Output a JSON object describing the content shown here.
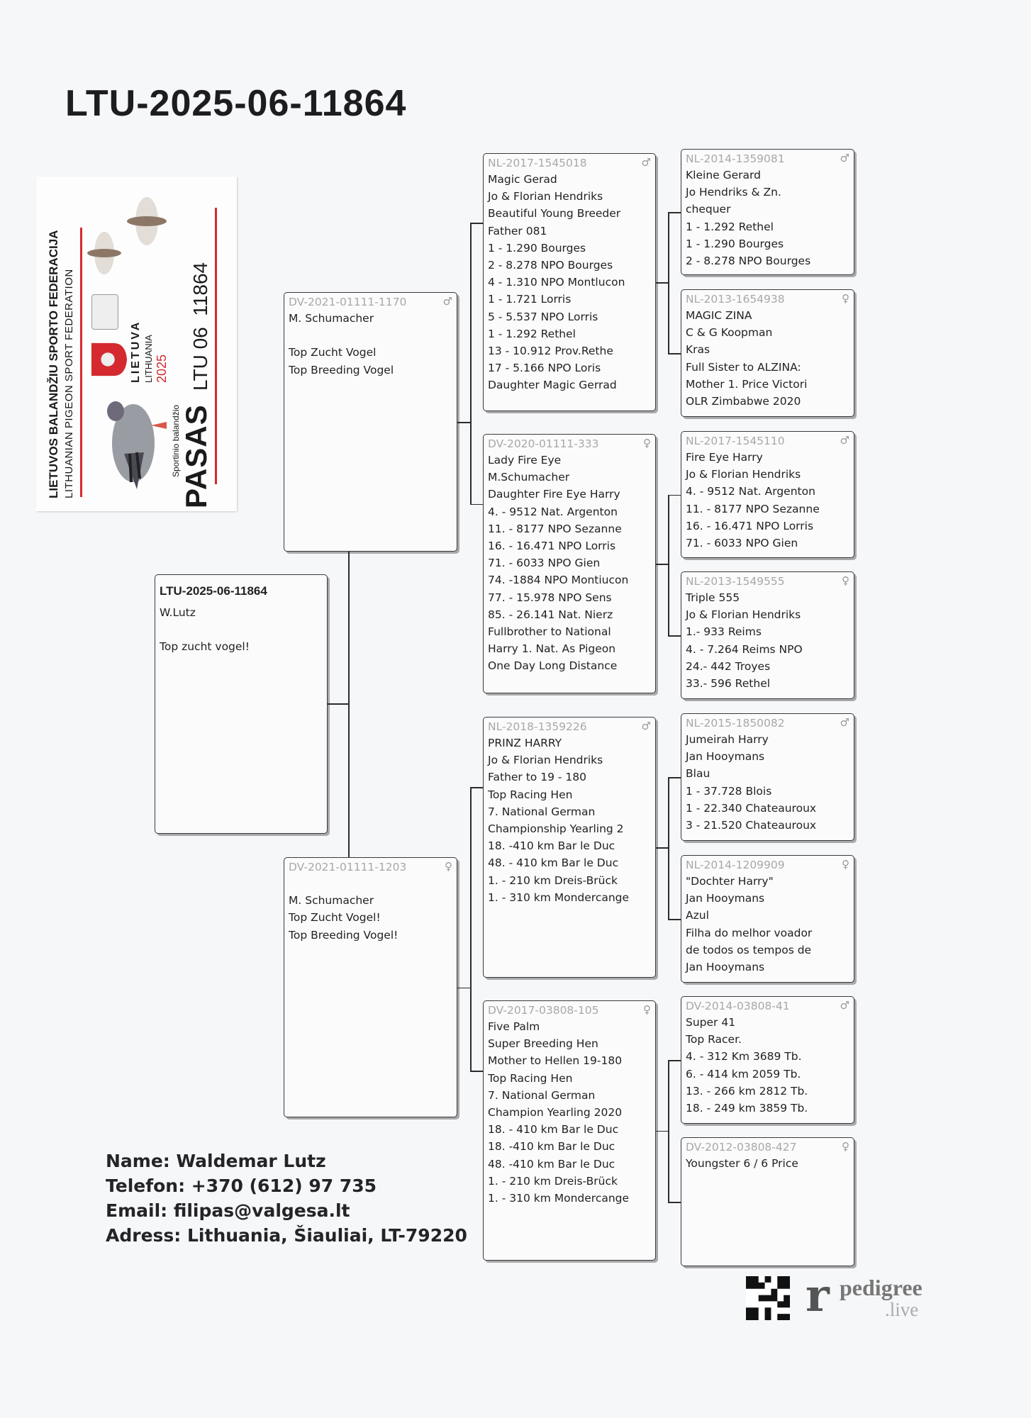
{
  "title": "LTU-2025-06-11864",
  "passport_card": {
    "federation_lt": "LIETUVOS BALANDŽIU SPORTO FEDERACIJA",
    "federation_en": "LITHUANIAN  PIGEON  SPORT  FEDERATION",
    "country_lt": "LIETUVA",
    "country_en": "LITHUANIA",
    "year": "2025",
    "subtitle": "Sportinio balandžio",
    "doc_name": "PASAS",
    "ring_number": "LTU 06  11864",
    "accent_color": "#d42a2f"
  },
  "subject": {
    "ring": "LTU-2025-06-11864",
    "lines": [
      "W.Lutz",
      "",
      "Top zucht vogel!"
    ]
  },
  "pedigree": [
    {
      "ring": "DV-2021-01111-1170",
      "sex": "♂",
      "lines": [
        "M. Schumacher",
        "",
        "Top Zucht Vogel",
        "Top Breeding Vogel"
      ]
    },
    {
      "ring": "DV-2021-01111-1203",
      "sex": "♀",
      "lines": [
        "",
        "M. Schumacher",
        "Top Zucht Vogel!",
        "Top Breeding Vogel!"
      ]
    },
    {
      "ring": "NL-2017-1545018",
      "sex": "♂",
      "lines": [
        "Magic Gerad",
        "Jo & Florian Hendriks",
        "Beautiful Young Breeder",
        "Father 081",
        "1 - 1.290 Bourges",
        "2 - 8.278 NPO Bourges",
        "4 - 1.310 NPO Montlucon",
        "1 - 1.721 Lorris",
        "5 - 5.537 NPO Lorris",
        "1 - 1.292 Rethel",
        "13 - 10.912 Prov.Rethe",
        "17 - 5.166 NPO Loris",
        "Daughter Magic Gerrad"
      ]
    },
    {
      "ring": "DV-2020-01111-333",
      "sex": "♀",
      "lines": [
        "Lady Fire Eye",
        "M.Schumacher",
        "Daughter Fire Eye Harry",
        "4. - 9512 Nat. Argenton",
        "11. - 8177 NPO Sezanne",
        "16. - 16.471 NPO Lorris",
        "71. - 6033 NPO Gien",
        "74. -1884 NPO Montiucon",
        "77. - 15.978 NPO Sens",
        "85. - 26.141 Nat. Nierz",
        "Fullbrother to National",
        "Harry 1. Nat. As Pigeon",
        "One Day Long Distance"
      ]
    },
    {
      "ring": "NL-2018-1359226",
      "sex": "♂",
      "lines": [
        "PRINZ HARRY",
        "Jo & Florian Hendriks",
        "Father to 19 - 180",
        "Top Racing Hen",
        "7. National German",
        "Championship Yearling 2",
        "18. -410 km Bar le Duc",
        "48. - 410 km Bar le Duc",
        "1. - 210 km Dreis-Brück",
        "1. - 310 km Mondercange"
      ]
    },
    {
      "ring": "DV-2017-03808-105",
      "sex": "♀",
      "lines": [
        "Five Palm",
        "Super Breeding Hen",
        "Mother to Hellen 19-180",
        "Top Racing Hen",
        "7. National German",
        "Champion Yearling 2020",
        "18. - 410 km Bar le Duc",
        "18. -410 km Bar le Duc",
        "48. -410 km Bar le Duc",
        "1. - 210 km Dreis-Brück",
        "1. - 310 km Mondercange"
      ]
    },
    {
      "ring": "NL-2014-1359081",
      "sex": "♂",
      "lines": [
        "Kleine Gerard",
        "Jo Hendriks & Zn.",
        "chequer",
        "1 - 1.292 Rethel",
        "1 - 1.290 Bourges",
        "2 - 8.278 NPO Bourges"
      ]
    },
    {
      "ring": "NL-2013-1654938",
      "sex": "♀",
      "lines": [
        "MAGIC ZINA",
        "C & G Koopman",
        "Kras",
        "Full Sister to ALZINA:",
        "Mother 1. Price Victori",
        "OLR Zimbabwe 2020"
      ]
    },
    {
      "ring": "NL-2017-1545110",
      "sex": "♂",
      "lines": [
        "Fire Eye Harry",
        "Jo & Florian Hendriks",
        "4. - 9512 Nat. Argenton",
        "11. - 8177 NPO Sezanne",
        "16. - 16.471 NPO Lorris",
        "71. - 6033 NPO Gien"
      ]
    },
    {
      "ring": "NL-2013-1549555",
      "sex": "♀",
      "lines": [
        "Triple 555",
        "Jo & Florian Hendriks",
        "1.- 933 Reims",
        "4. - 7.264 Reims NPO",
        "24.- 442 Troyes",
        "33.- 596 Rethel"
      ]
    },
    {
      "ring": "NL-2015-1850082",
      "sex": "♂",
      "lines": [
        "Jumeirah Harry",
        "Jan Hooymans",
        "Blau",
        "1 - 37.728 Blois",
        "1 - 22.340 Chateauroux",
        "3 - 21.520 Chateauroux"
      ]
    },
    {
      "ring": "NL-2014-1209909",
      "sex": "♀",
      "lines": [
        "\"Dochter Harry\"",
        "Jan Hooymans",
        "Azul",
        "Filha do melhor voador",
        "de todos os tempos de",
        "Jan Hooymans"
      ]
    },
    {
      "ring": "DV-2014-03808-41",
      "sex": "♂",
      "lines": [
        "Super 41",
        "Top Racer.",
        "4. - 312 Km 3689 Tb.",
        "6. - 414 km 2059 Tb.",
        "13. - 266 km 2812 Tb.",
        "18. - 249 km 3859 Tb."
      ]
    },
    {
      "ring": "DV-2012-03808-427",
      "sex": "♀",
      "lines": [
        "Youngster 6 / 6 Price"
      ]
    }
  ],
  "contact": {
    "name": "Name: Waldemar Lutz",
    "phone": "Telefon: +370 (612) 97 735",
    "email": "Email: filipas@valgesa.lt",
    "address": "Adress: Lithuania, Šiauliai, LT-79220"
  },
  "branding": {
    "logo_main": "pedigree",
    "logo_sub": ".live",
    "qr_icon": "qr-code-icon"
  }
}
